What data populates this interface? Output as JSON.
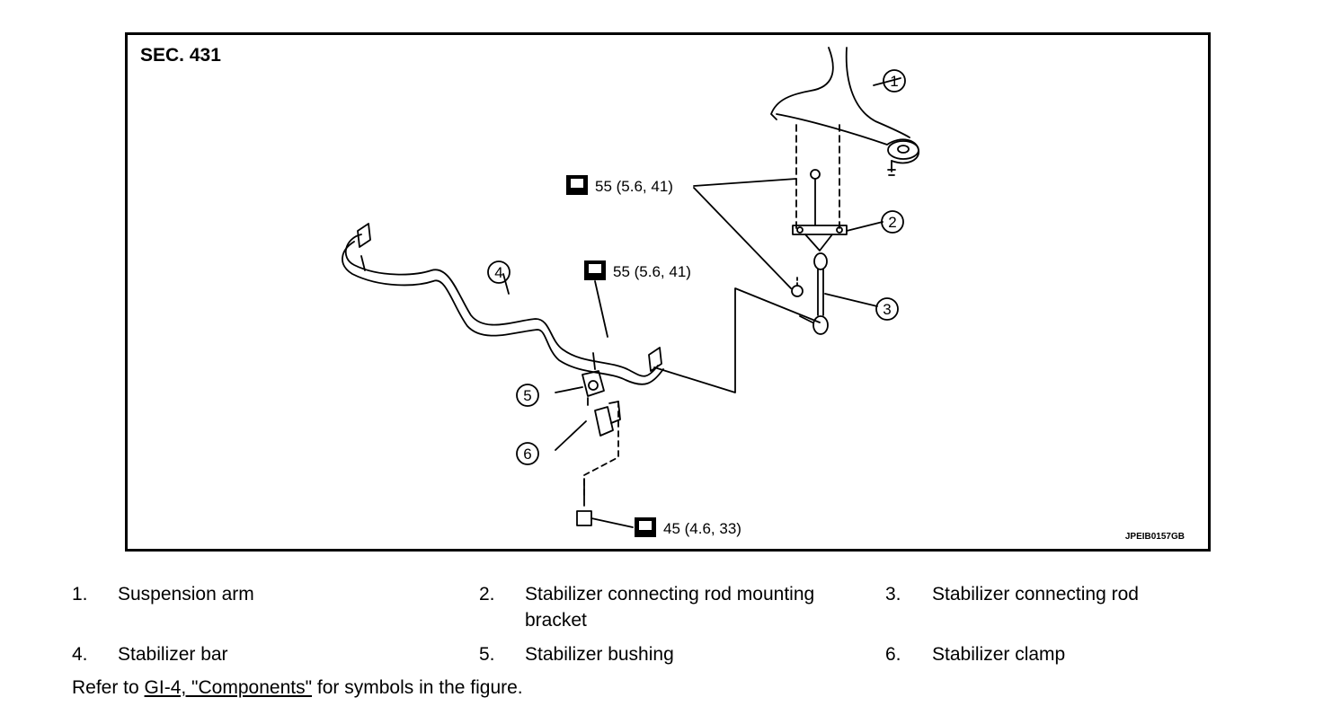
{
  "figure": {
    "section_label": "SEC. 431",
    "figure_code": "JPEIB0157GB",
    "torques": [
      "55 (5.6, 41)",
      "55 (5.6, 41)",
      "45 (4.6, 33)"
    ],
    "callouts": [
      "1",
      "2",
      "3",
      "4",
      "5",
      "6"
    ]
  },
  "legend": [
    {
      "num": "1.",
      "text": "Suspension arm"
    },
    {
      "num": "2.",
      "text": "Stabilizer connecting rod mounting bracket"
    },
    {
      "num": "3.",
      "text": "Stabilizer connecting rod"
    },
    {
      "num": "4.",
      "text": "Stabilizer bar"
    },
    {
      "num": "5.",
      "text": "Stabilizer bushing"
    },
    {
      "num": "6.",
      "text": "Stabilizer clamp"
    }
  ],
  "note": {
    "prefix": "Refer to ",
    "link": "GI-4, \"Components\"",
    "suffix": " for symbols in the figure."
  }
}
